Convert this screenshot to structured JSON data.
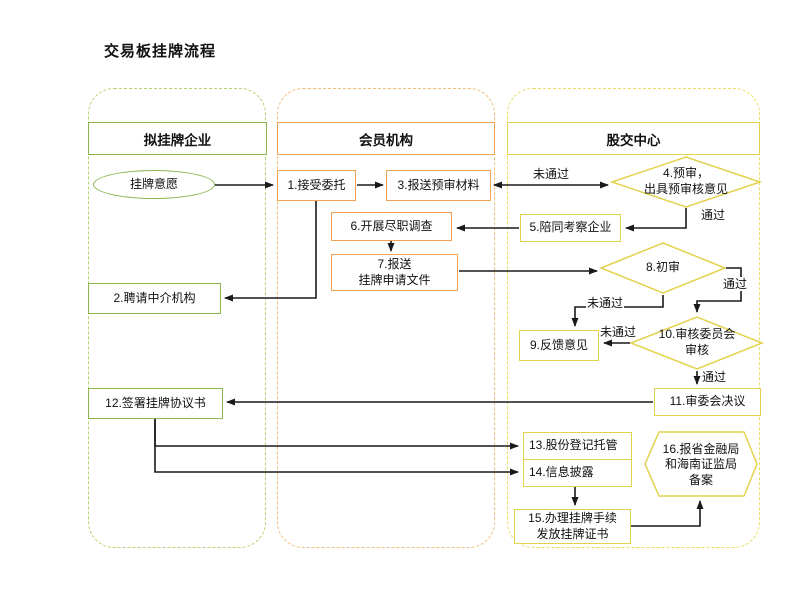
{
  "title": "交易板挂牌流程",
  "lanes": [
    {
      "label": "拟挂牌企业"
    },
    {
      "label": "会员机构"
    },
    {
      "label": "股交中心"
    }
  ],
  "nodes": {
    "start": "挂牌意愿",
    "n1": "1.接受委托",
    "n2": "2.聘请中介机构",
    "n3": "3.报送预审材料",
    "n4": "4.预审，\n出具预审核意见",
    "n5": "5.陪同考察企业",
    "n6": "6.开展尽职调查",
    "n7": "7.报送\n挂牌申请文件",
    "n8": "8.初审",
    "n9": "9.反馈意见",
    "n10": "10.审核委员会\n审核",
    "n11": "11.审委会决议",
    "n12": "12.签署挂牌协议书",
    "n13": "13.股份登记托管",
    "n14": "14.信息披露",
    "n15": "15.办理挂牌手续\n发放挂牌证书",
    "n16": "16.报省金融局\n和海南证监局\n备案"
  },
  "edge_labels": {
    "pre_review_fail": "未通过",
    "pre_review_pass": "通过",
    "first_review_pass": "通过",
    "first_review_fail": "未通过",
    "committee_fail": "未通过",
    "committee_pass": "通过"
  },
  "colors": {
    "green": "#8ab54e",
    "orange": "#f2a254",
    "yellow": "#e3d24c",
    "lane_green": "#b2d471",
    "lane_orange": "#f4bc7a",
    "lane_yellow": "#e9dd63",
    "arrow": "#1a1a1a"
  }
}
